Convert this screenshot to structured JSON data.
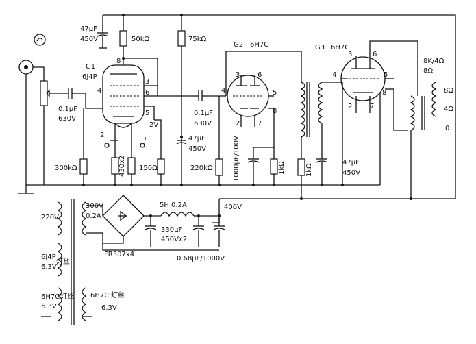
{
  "labels": {
    "c_cathode_top": "47μF",
    "c_cathode_top_v": "450V",
    "r_50k": "50kΩ",
    "r_75k": "75kΩ",
    "g1_name": "G1",
    "g1_type": "6J4P",
    "g2_name": "G2",
    "g2_type": "6H7C",
    "g3_name": "G3",
    "g3_type": "6H7C",
    "out_trans": "8K/4Ω",
    "out_8": "8Ω",
    "out_8b": "8Ω",
    "out_4": "4Ω",
    "out_0": "0",
    "c_in": "0.1μF",
    "c_in_v": "630V",
    "c_mid": "0.1μF",
    "c_mid_v": "630V",
    "c_47_2": "47μF",
    "c_47_2_v": "450V",
    "c_47_3": "47μF",
    "c_47_3_v": "450V",
    "r_300k": "300kΩ",
    "r_430": "430x2",
    "r_150": "150Ω",
    "r_220k": "220kΩ",
    "c_1000": "1000μF/100V",
    "r_1k": "1kΩ",
    "r_1k2": "1kΩ",
    "v_2v": "2V",
    "p_2": "2",
    "p_3": "3",
    "p_4": "4",
    "p_5": "5",
    "p_6": "6",
    "p_7": "7",
    "p_8": "8",
    "ps_220": "220V",
    "ps_300": "300V",
    "ps_02": "0.2A",
    "ps_5h": "5H  0.2A",
    "ps_400": "400V",
    "ps_330": "330μF",
    "ps_450x2": "450Vx2",
    "ps_068": "0.68μF/1000V",
    "ps_fr": "FR307x4",
    "h1_type": "6J4P",
    "h1_v": "6.3V",
    "h1_word": "灯丝",
    "h2_type": "6H7C",
    "h2_v": "6.3V",
    "h2_word": "灯丝",
    "h3_type": "6H7C",
    "h3_word": "灯丝",
    "h3_v": "6.3V"
  }
}
